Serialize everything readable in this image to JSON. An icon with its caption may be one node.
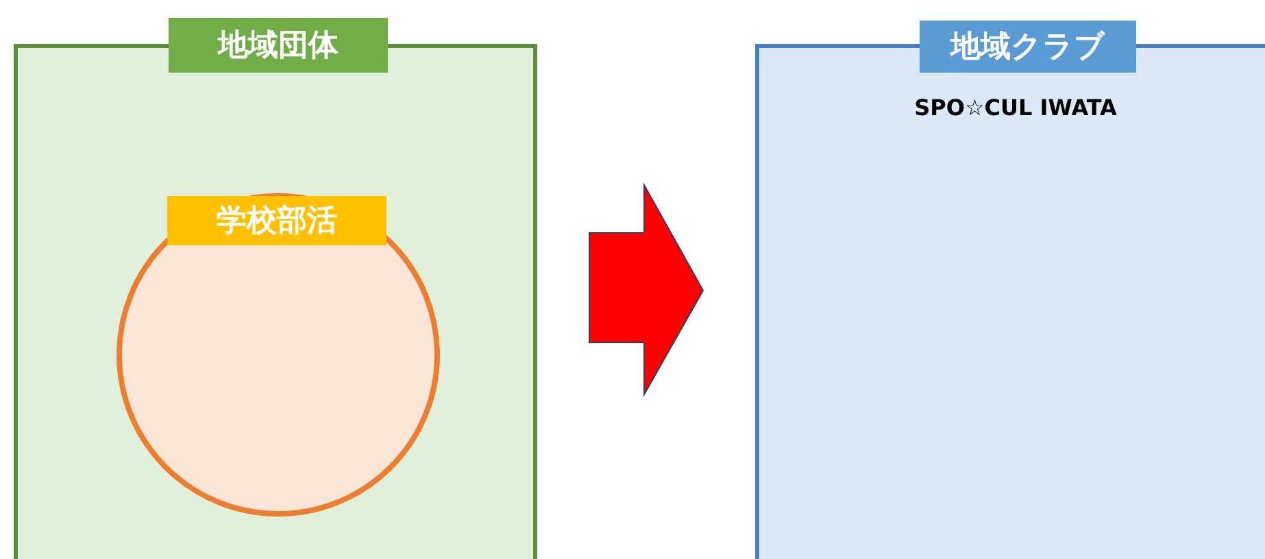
{
  "diagram": {
    "nodes": [
      {
        "text": [
          "地域団体"
        ]
      },
      {
        "text": [
          "学校部活"
        ],
        "in": 0
      },
      {
        "text": [
          "地域クラブ",
          "SPO☆CUL IWATA"
        ]
      }
    ],
    "edges": [
      {
        "from": 0,
        "to": 2,
        "arrow": "to",
        "style": "thick",
        "color": "#ff0000"
      }
    ]
  }
}
